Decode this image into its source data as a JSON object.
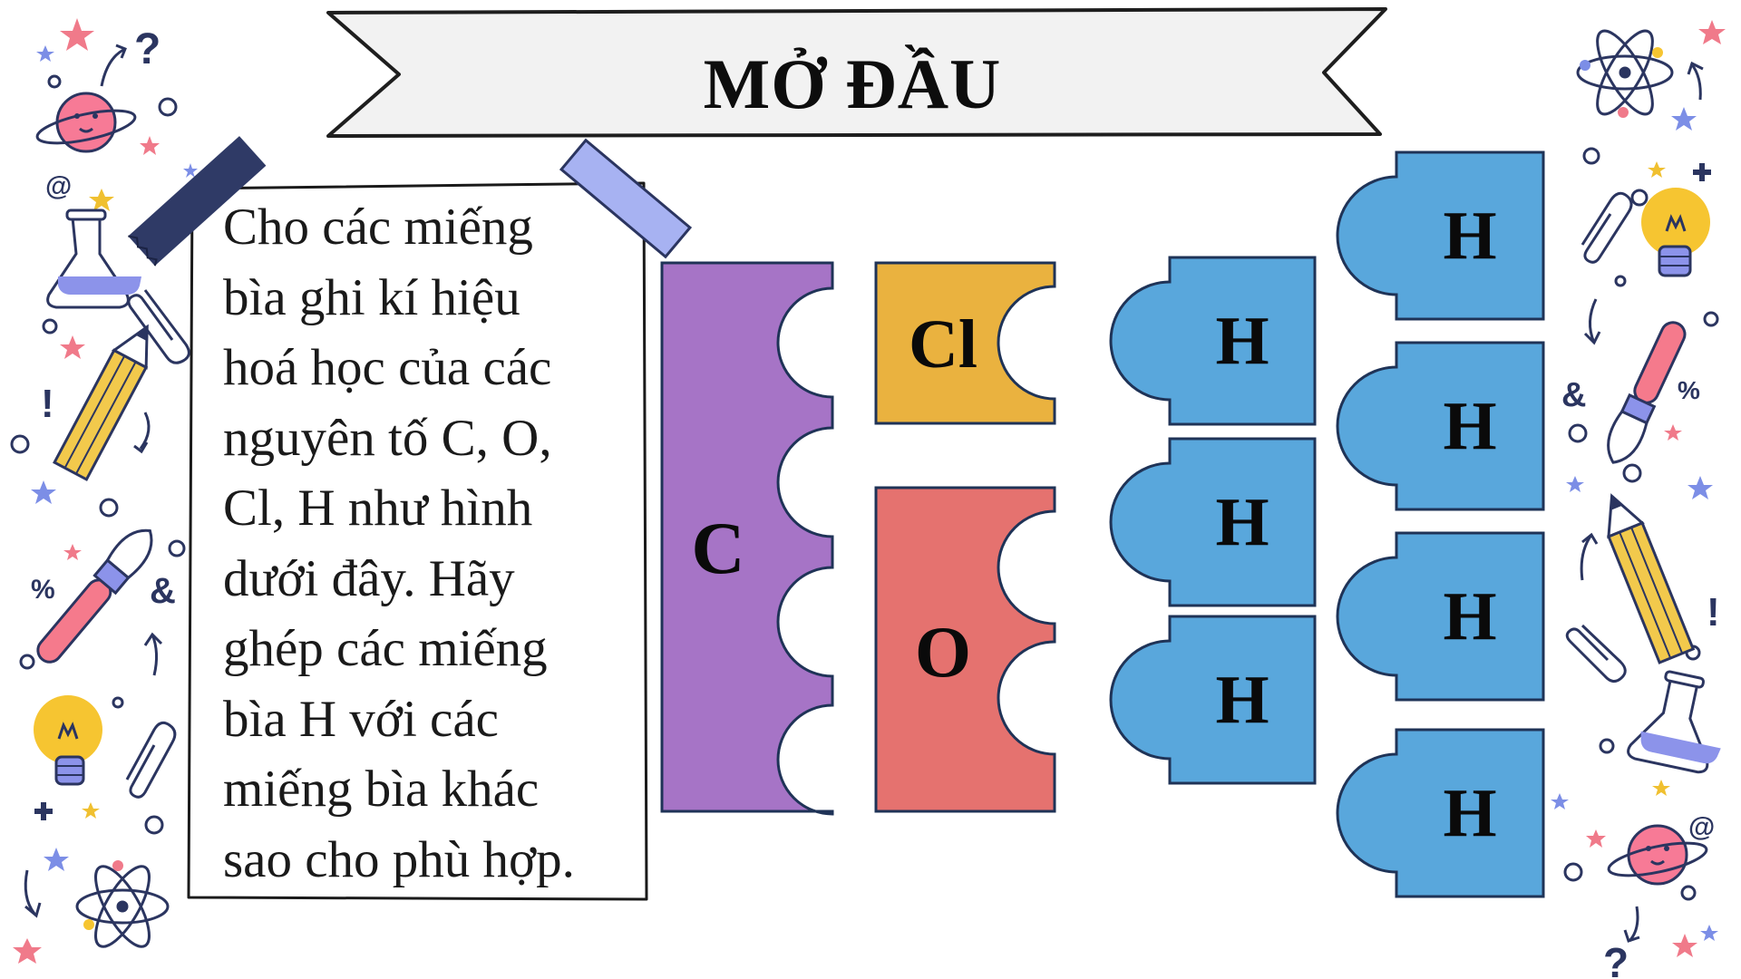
{
  "banner": {
    "title": "MỞ ĐẦU"
  },
  "note": {
    "lines": [
      "Cho các miếng",
      "bìa ghi kí hiệu",
      "hoá học của các",
      "nguyên tố C, O,",
      "Cl, H như hình",
      "dưới đây. Hãy",
      "ghép các miếng",
      "bìa H với các",
      "miếng bìa khác",
      "sao cho phù hợp."
    ]
  },
  "pieces": {
    "c": {
      "label": "C",
      "color": "#a674c6"
    },
    "cl": {
      "label": "Cl",
      "color": "#eab23f"
    },
    "o": {
      "label": "O",
      "color": "#e5726f"
    },
    "h": {
      "label": "H",
      "color": "#59a7dc"
    },
    "h_group_left": [
      "H",
      "H",
      "H"
    ],
    "h_group_right": [
      "H",
      "H",
      "H",
      "H"
    ]
  },
  "decorations": {
    "left": [
      "question-mark-icon",
      "planet-icon",
      "at-sign-icon",
      "flask-icon",
      "pencil-icon",
      "exclamation-icon",
      "paintbrush-icon",
      "percent-icon",
      "ampersand-icon",
      "lightbulb-icon",
      "paperclip-icon",
      "atom-icon"
    ],
    "right": [
      "atom-icon",
      "lightbulb-icon",
      "paperclip-icon",
      "paintbrush-icon",
      "pencil-icon",
      "flask-icon",
      "planet-icon",
      "question-mark-icon"
    ]
  },
  "colors": {
    "banner_fill": "#f2f2f2",
    "note_fill": "#ffffff",
    "tape_dark": "#2f3a66",
    "tape_light": "#a7b2f2",
    "outline": "#1f3357"
  }
}
